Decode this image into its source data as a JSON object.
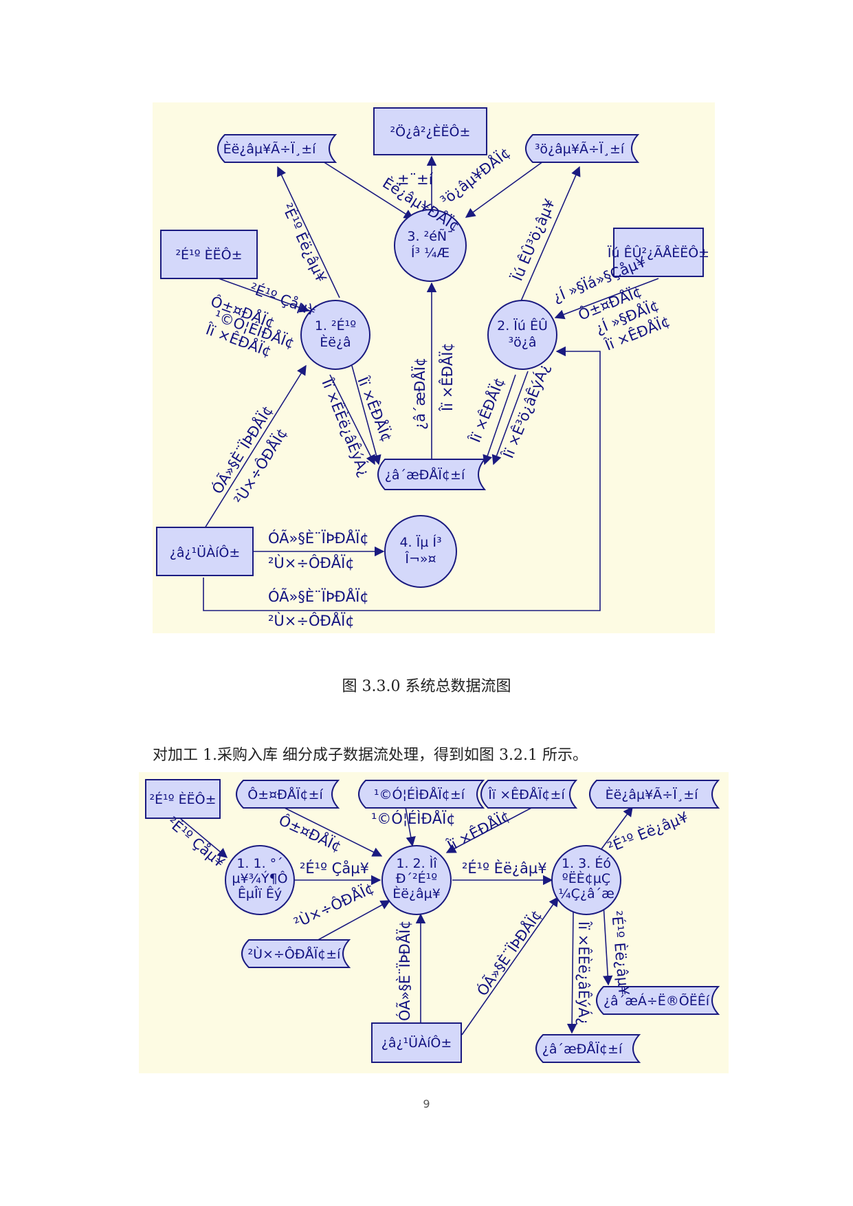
{
  "diagram1": {
    "nodes": {
      "ds_input_detail": "Èë¿âµ¥Ã÷Ï¸±í",
      "entity_warehouse": "²Ö¿â²¿ÈËÔ±",
      "ds_output_detail": "³ö¿âµ¥Ã÷Ï¸±í",
      "entity_purchaser": "²É¹º ÈËÔ±",
      "entity_sales": "Ïú ÊÛ²¿ÃÅÈËÔ±",
      "proc_query": "3. ²éÑ¯\nÍ³ ¼Æ",
      "proc_purchase": "1. ²É¹º\nÈë¿â",
      "proc_sales": "2. Ïú ÊÛ\n³ö¿â",
      "ds_stock": "¿â´æÐÅÏ¢±í",
      "entity_manager": "¿â¿¹ÜÀíÔ±",
      "proc_maintain": "4. Ïµ Í³\nÎ¬»¤"
    },
    "labels": {
      "in_info": "Èë¿âµ¥ÐÅÏ¢",
      "report": "±¨±í",
      "out_info": "³ö¿âµ¥ÐÅÏ¢",
      "purchase_in": "²É¹º Èë¿âµ¥",
      "purchase_note": "²É¹º Çåµ¥",
      "supplier_info": "Ô±¤ÐÅÏ¢",
      "supply_info": "¹©Ó¦ÉÌÐÅÏ¢",
      "goods_info": "Îï ×ÊÐÅÏ¢",
      "stock_info": "¿â´æÐÅÏ¢",
      "goods_info2": "Îï ×ÊÐÅÏ¢",
      "goods_in_qty": "Îï ×ÊÈë¿âÊýÁ¿",
      "goods_info3": "Îï ×ÊÐÅÏ¢",
      "sales_out": "Ïú ÊÛ³ö¿âµ¥",
      "goods_out_qty": "Îï ×Ê³ö¿âÊýÁ¿",
      "goods_info4": "Îï ×ÊÐÅÏ¢",
      "customer_list": "¿Í »§Ïá»§Çåµ¥",
      "customer_note": "Ô±¤ÐÅÏ¢",
      "customer_info": "¿Í »§ÐÅÏ¢",
      "goods_info5": "Îï ×ÊÐÅÏ¢",
      "user_info_a": "ÓÃ»§È¨ÏÞÐÅÏ¢",
      "user_info_b": "²Ù×÷ÔÐÅÏ¢",
      "user_info_c": "ÓÃ»§È¨ÏÞÐÅÏ¢",
      "user_info_d": "²Ù×÷ÔÐÅÏ¢",
      "user_info_e": "ÓÃ»§È¨ÏÞÐÅÏ¢",
      "user_info_f": "²Ù×÷ÔÐÅÏ¢"
    }
  },
  "caption": "图 3.3.0 系统总数据流图",
  "paragraph": "对加工 1.采购入库 细分成子数据流处理，得到如图 3.2.1 所示。",
  "diagram2": {
    "nodes": {
      "entity_purchaser": "²É¹º ÈËÔ±",
      "ds_staff": "Ô±¤ÐÅÏ¢±í",
      "ds_supplier": "¹©Ó¦ÉÌÐÅÏ¢±í",
      "ds_goods": "Îï ×ÊÐÅÏ¢±í",
      "ds_input_detail": "Èë¿âµ¥Ã÷Ï¸±í",
      "proc_11": "1. 1. °´\nµ¥¾Ý¶Ô\nÊµÎï Êý",
      "proc_12": "1. 2. Ìî\nÐ´²É¹º\nÈë¿âµ¥",
      "proc_13": "1. 3. Éó\nºËÈ¢µÇ\n¼Ç¿â´æ",
      "ds_operator": "²Ù×÷ÔÐÅÏ¢±í",
      "ds_stock_change": "¿â´æÁ÷Ë®ÕËÊí",
      "ds_stock": "¿â´æÐÅÏ¢±í",
      "entity_manager": "¿â¿¹ÜÀíÔ±"
    },
    "labels": {
      "purchase_note": "²É¹º Çåµ¥",
      "staff_info": "Ô±¤ÐÅÏ¢",
      "supplier_info": "¹©Ó¦ÉÌÐÅÏ¢",
      "goods_info": "Îï ×ÊÐÅÏ¢",
      "purchase_note2": "²É¹º Çåµ¥",
      "purchase_in": "²É¹º Èë¿âµ¥",
      "purchase_in2": "²É¹º Èë¿âµ¥",
      "operator_info": "²Ù×÷ÔÐÅÏ¢",
      "user_info": "ÓÃ»§È¨ÏÞÐÅÏ¢",
      "user_info2": "ÓÃ»§È¨ÏÞÐÅÏ¢",
      "goods_in_qty": "Îï ×ÊÈë¿âÊýÁ¿",
      "purchase_in3": "²É¹º Èë¿âµ¥"
    }
  },
  "page_number": "9"
}
